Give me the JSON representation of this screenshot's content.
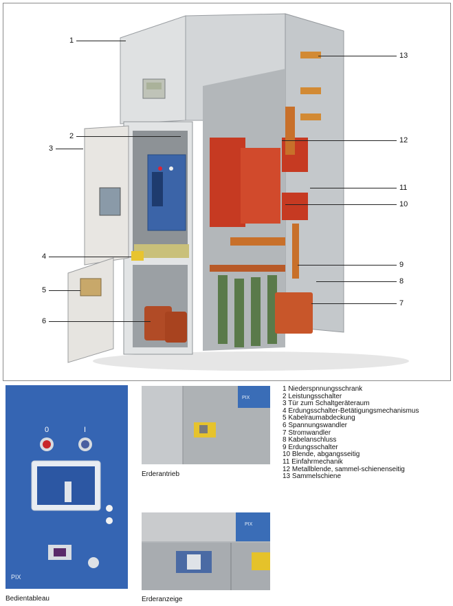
{
  "figure": {
    "callouts": [
      {
        "id": "1"
      },
      {
        "id": "2"
      },
      {
        "id": "3"
      },
      {
        "id": "4"
      },
      {
        "id": "5"
      },
      {
        "id": "6"
      },
      {
        "id": "7"
      },
      {
        "id": "8"
      },
      {
        "id": "9"
      },
      {
        "id": "10"
      },
      {
        "id": "11"
      },
      {
        "id": "12"
      },
      {
        "id": "13"
      }
    ],
    "panel_brand": "PIX",
    "switch_labels": {
      "off": "0",
      "on": "I"
    }
  },
  "photos": {
    "control_panel": {
      "caption": "Bedientableau",
      "brand": "PIX"
    },
    "earthing_drive": {
      "caption": "Erderantrieb",
      "brand": "PIX"
    },
    "earthing_indicator": {
      "caption": "Erderanzeige",
      "brand": "PIX"
    }
  },
  "legend": {
    "items": [
      "1  Niederspnnungsschrank",
      "2  Leistungsschalter",
      "3  Tür zum Schaltgeräteraum",
      "4  Erdungsschalter-Betätigungsmechanismus",
      "5  Kabelraumabdeckung",
      "6  Spannungswandler",
      "7  Stromwandler",
      "8  Kabelanschluss",
      "9  Erdungsschalter",
      "10 Blende, abgangsseitig",
      "11 Einfahrmechanik",
      "12 Metallblende, sammel-schienenseitig",
      "13 Sammelschiene"
    ]
  },
  "colors": {
    "cabinet_grey": "#c9ccce",
    "panel_blue": "#2f63b0",
    "copper": "#c8702a",
    "breaker_red": "#c63a22",
    "insulator_green": "#5a7a4a"
  }
}
